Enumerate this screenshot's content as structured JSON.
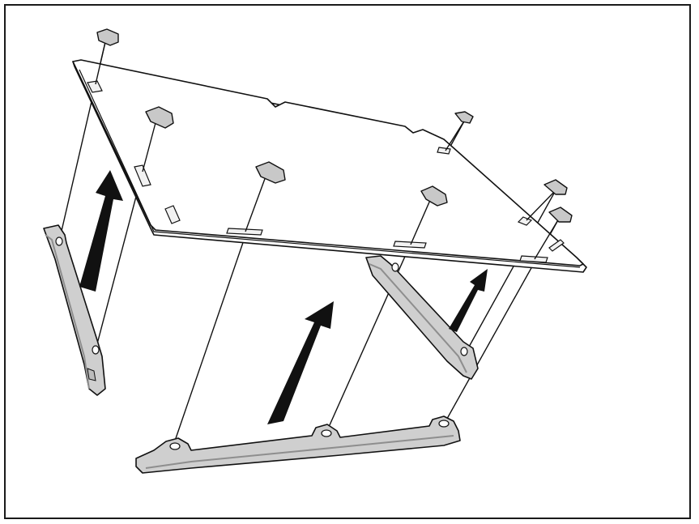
{
  "figure": {
    "labels": [],
    "colors": {
      "frame": "#1a1a1a",
      "line": "#111111",
      "panel_fill": "#ffffff",
      "rail_fill": "#d0d0d0",
      "rail_shadow": "#9a9a9a",
      "clip_fill": "#c8c8c8",
      "arrow": "#111111"
    },
    "components": {
      "panel": "panel",
      "rails": [
        "rail-left",
        "rail-bottom",
        "rail-right"
      ],
      "clip_count": 7,
      "arrow_count": 3
    }
  }
}
